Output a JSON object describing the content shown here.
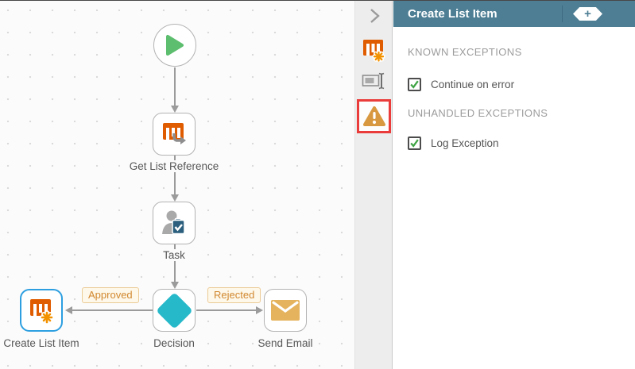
{
  "canvas": {
    "nodes": [
      {
        "id": "start",
        "label": "",
        "icon": "play-icon"
      },
      {
        "id": "get-list-reference",
        "label": "Get List Reference",
        "icon": "smartobject-arrow-icon"
      },
      {
        "id": "task",
        "label": "Task",
        "icon": "user-task-icon"
      },
      {
        "id": "decision",
        "label": "Decision",
        "icon": "decision-diamond-icon"
      },
      {
        "id": "create-list-item",
        "label": "Create List Item",
        "icon": "smartobject-create-icon",
        "selected": true
      },
      {
        "id": "send-email",
        "label": "Send Email",
        "icon": "envelope-icon"
      }
    ],
    "branch_labels": {
      "approved": "Approved",
      "rejected": "Rejected"
    }
  },
  "sidebar": {
    "icons": [
      "chevron-right-icon",
      "smartobject-create-icon",
      "rename-icon",
      "error-handling-icon"
    ],
    "highlighted_icon": "error-handling-icon"
  },
  "panel": {
    "title": "Create List Item",
    "add_button_label": "+",
    "sections": [
      {
        "heading": "KNOWN EXCEPTIONS",
        "checkbox": {
          "label": "Continue on error",
          "checked": true
        }
      },
      {
        "heading": "UNHANDLED EXCEPTIONS",
        "checkbox": {
          "label": "Log Exception",
          "checked": true
        }
      }
    ]
  },
  "colors": {
    "header_teal": "#4d7e94",
    "selection_blue": "#2d9fe0",
    "highlight_red": "#ea3c3a",
    "check_green": "#3fa344",
    "smartobject_orange": "#e05c00",
    "warning_amber": "#d89840",
    "decision_teal": "#26b9ca",
    "envelope_gold": "#e5b35d",
    "branch_label_orange": "#d2882f"
  }
}
